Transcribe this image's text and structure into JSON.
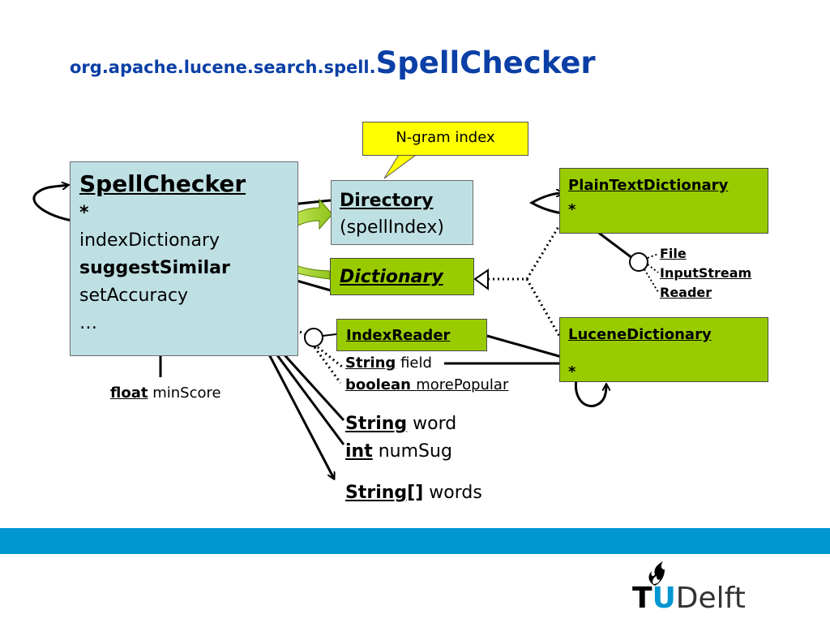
{
  "slide": {
    "title_package": "org.apache.lucene.search.spell.",
    "title_class": "SpellChecker"
  },
  "spellchecker": {
    "header": "SpellChecker",
    "star": "*",
    "methods": [
      "indexDictionary",
      "suggestSimilar",
      "setAccuracy",
      "…"
    ]
  },
  "callout": {
    "text": "N-gram index"
  },
  "directory": {
    "name": "Directory",
    "sub": "(spellIndex)"
  },
  "dictionary": {
    "name": "Dictionary"
  },
  "indexreader": {
    "name": "IndexReader"
  },
  "plaintext": {
    "name": "PlainTextDictionary",
    "star": "*"
  },
  "lucenedict": {
    "name": "LuceneDictionary",
    "star": "*"
  },
  "inputs": [
    "File",
    "InputStream",
    "Reader"
  ],
  "minscore": {
    "type": "float",
    "name": "minScore"
  },
  "field": {
    "type": "String",
    "name": "field"
  },
  "morepopular": {
    "type": "boolean ",
    "name": "morePopular"
  },
  "params": [
    {
      "type": "String",
      "name": "word"
    },
    {
      "type": "int",
      "name": "numSug"
    },
    {
      "type": "String[]",
      "name": "words"
    }
  ],
  "logo": {
    "text_t": "T",
    "text_u": "U",
    "text_delft": "Delft"
  },
  "colors": {
    "title": "#0a3fa6",
    "green": "#99cc00",
    "light_blue": "#bfe0e3",
    "yellow": "#ffff00",
    "band": "#0096d1"
  }
}
